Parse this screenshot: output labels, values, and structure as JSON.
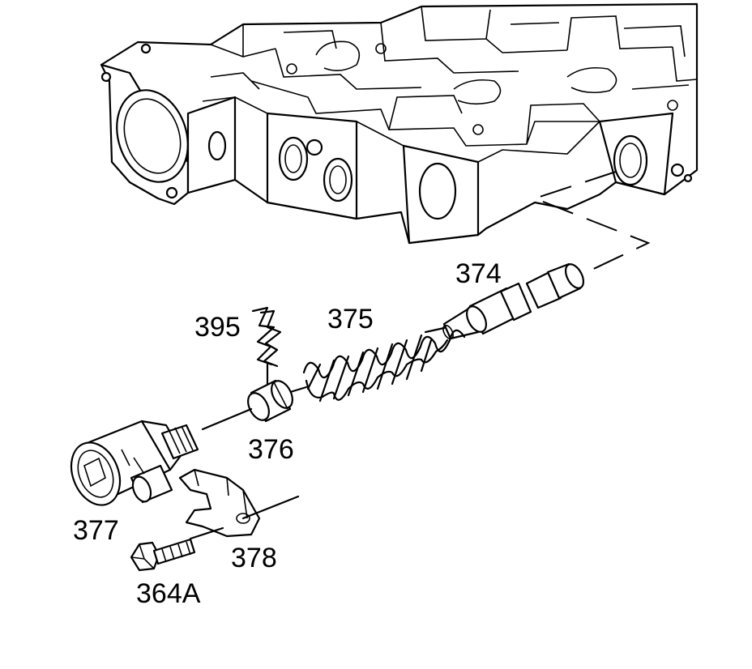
{
  "diagram": {
    "labels": {
      "valve_374": "374",
      "spring_375": "375",
      "sleeve_376": "376",
      "solenoid_377": "377",
      "retainer_378": "378",
      "clip_395": "395",
      "bolt_364A": "364A"
    },
    "colors": {
      "line": "#000000",
      "background": "#ffffff"
    }
  }
}
